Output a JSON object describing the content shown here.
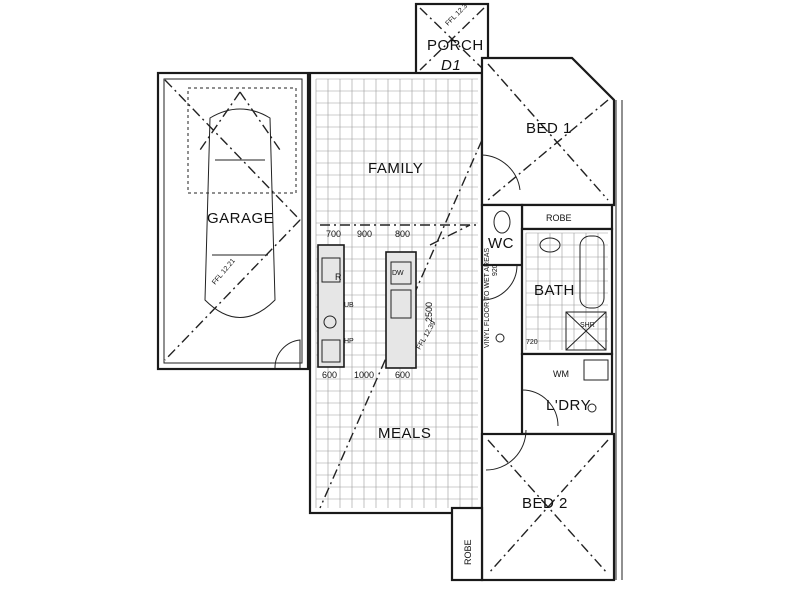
{
  "rooms": {
    "porch": "PORCH",
    "porch_code": "D1",
    "bed1": "BED 1",
    "family": "FAMILY",
    "garage": "GARAGE",
    "robe_top": "ROBE",
    "wc": "WC",
    "bath": "BATH",
    "meals": "MEALS",
    "wm": "WM",
    "laundry": "L'DRY",
    "bed2": "BED 2",
    "robe_bottom": "ROBE"
  },
  "fixtures": {
    "fridge": "R",
    "dw": "DW",
    "ub": "UB",
    "hp": "HP",
    "shr": "SHR"
  },
  "levels": {
    "porch": "FFL 12.3",
    "garage": "FFL 12.21",
    "kitchen": "FFL 12.39"
  },
  "dimensions": {
    "kitchen_top": [
      "700",
      "900",
      "800"
    ],
    "kitchen_bottom": [
      "600",
      "1000",
      "600"
    ],
    "island_depth": "2500",
    "hall_width": "920",
    "laundry_door": "720"
  },
  "notes": {
    "hall_note": "VINYL FLOOR TO WET AREAS"
  }
}
